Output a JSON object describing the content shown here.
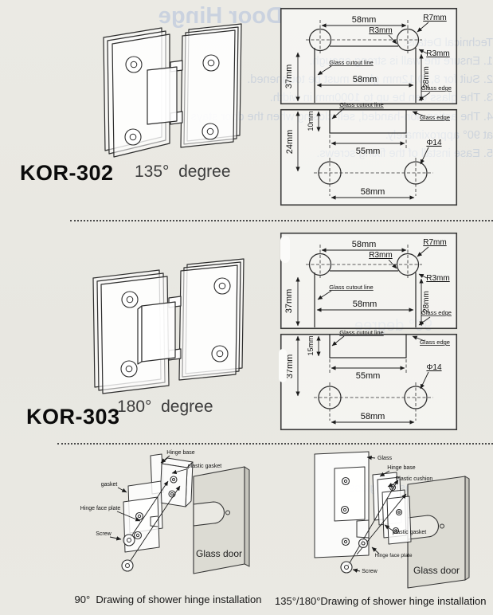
{
  "page": {
    "background": "#e9e8e2"
  },
  "bleedthrough": {
    "title": "Door Hinge",
    "lines": [
      "Technical Details:",
      "1. Ensure the wall is strong enough.",
      "2. Suit for 8,10,12mm glass must be toughened.",
      "3. The glass can be up to 1000mm in width.",
      "4. The action non-handed, self-closing when the door stays",
      "at 90° approximately.",
      "5. Ease install of the fixing screws."
    ],
    "mid": "90° degree",
    "bottom": "90° glass to glass"
  },
  "products": [
    {
      "model": "KOR-302",
      "angle": "135°  degree",
      "top_drawing": {
        "width_top": "58mm",
        "r3_top": "R3mm",
        "r7": "R7mm",
        "height_left": "37mm",
        "cutout_label": "Glass cutout line",
        "width_mid": "58mm",
        "r3_side": "R3mm",
        "height_right": "28mm",
        "edge_label": "Glass edge"
      },
      "bottom_drawing": {
        "cutout_label": "Glass cutout line",
        "edge_label": "Glass edge",
        "height_left": "24mm",
        "notch_depth": "10mm",
        "notch_width": "55mm",
        "hole_dia": "Φ14",
        "hole_span": "58mm"
      }
    },
    {
      "model": "KOR-303",
      "angle": "180°  degree",
      "top_drawing": {
        "width_top": "58mm",
        "r3_top": "R3mm",
        "r7": "R7mm",
        "height_left": "37mm",
        "cutout_label": "Glass cutout line",
        "width_mid": "58mm",
        "r3_side": "R3mm",
        "height_right": "28mm",
        "edge_label": "Glass edge"
      },
      "bottom_drawing": {
        "cutout_label": "Glass cutout line",
        "edge_label": "Glass edge",
        "height_left": "37mm",
        "notch_depth": "15mm",
        "notch_width": "55mm",
        "hole_dia": "Φ14",
        "hole_span": "58mm"
      }
    }
  ],
  "installation": [
    {
      "caption": "90°  Drawing of shower hinge installation",
      "labels": {
        "hinge_base": "Hinge base",
        "plastic_gasket": "plastic gasket",
        "gasket": "gasket",
        "face_plate": "Hinge face plate",
        "screw": "Screw",
        "glass_door": "Glass door"
      }
    },
    {
      "caption": "135°/180°Drawing of shower hinge installation",
      "labels": {
        "glass": "Glass",
        "hinge_base": "Hinge base",
        "cushion": "Plastic cushion",
        "plastic_gasket": "plastic gasket",
        "face_plate": "Hinge face plate",
        "screw": "Screw",
        "glass_door": "Glass door"
      }
    }
  ]
}
